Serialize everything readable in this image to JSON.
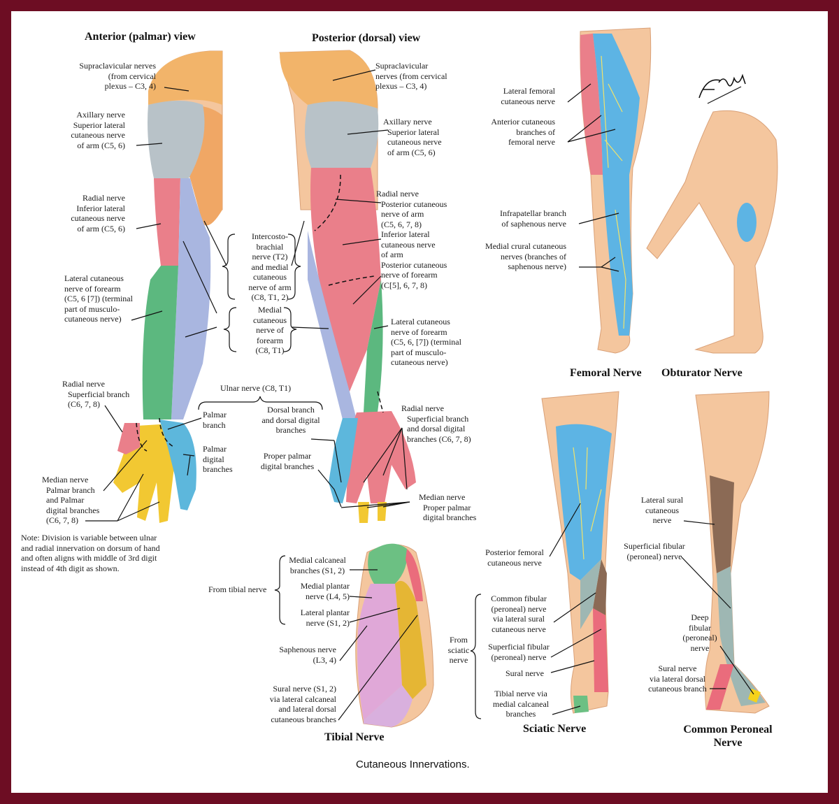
{
  "caption": "Cutaneous Innervations.",
  "signature": "F. Netter M.D.",
  "headings": {
    "anterior": "Anterior (palmar) view",
    "posterior": "Posterior (dorsal) view",
    "femoral": "Femoral Nerve",
    "obturator": "Obturator Nerve",
    "tibial": "Tibial Nerve",
    "sciatic": "Sciatic Nerve",
    "peroneal1": "Common Peroneal",
    "peroneal2": "Nerve"
  },
  "colors": {
    "supraclavicular": "#f2b46a",
    "axillary": "#b8c2c8",
    "radial": "#ea7f8a",
    "musculocutaneous": "#5cb87f",
    "medial_forearm": "#a9b6e0",
    "intercostobrachial": "#f0a765",
    "median": "#f2c832",
    "ulnar": "#5db7dc",
    "femoral": "#5db4e4",
    "lateral_femoral": "#ea7f8a",
    "obturator": "#5db4e4",
    "sural": "#ea6c7c",
    "lateral_sural": "#8b6a55",
    "peroneal": "#9eb7b3",
    "deep_fibular": "#f5d21a",
    "medial_calcaneal": "#6cc083",
    "medial_plantar": "#e0a8d8",
    "lateral_plantar": "#e5b634",
    "saphenous_sole": "#e88a9a",
    "frame": "#6d0d23"
  },
  "anterior_labels": {
    "supraclavicular": [
      "Supraclavicular nerves",
      "(from cervical",
      "plexus – C3, 4)"
    ],
    "axillary": [
      "Axillary nerve",
      "Superior lateral",
      "cutaneous nerve",
      "of arm (C5, 6)"
    ],
    "radial": [
      "Radial nerve",
      "Inferior lateral",
      "cutaneous nerve",
      "of arm (C5, 6)"
    ],
    "lateral_forearm": [
      "Lateral cutaneous",
      "nerve of forearm",
      "(C5, 6 [7]) (terminal",
      "part of musculo-",
      "cutaneous nerve)"
    ],
    "intercosto": [
      "Intercosto-",
      "brachial",
      "nerve (T2)",
      "and medial",
      "cutaneous",
      "nerve of arm",
      "(C8, T1, 2)"
    ],
    "medial_forearm": [
      "Medial",
      "cutaneous",
      "nerve of",
      "forearm",
      "(C8, T1)"
    ],
    "radial_superficial": [
      "Radial nerve",
      "Superficial branch",
      "(C6, 7, 8)"
    ],
    "ulnar": "Ulnar nerve (C8, T1)",
    "palmar_branch": [
      "Palmar",
      "branch"
    ],
    "palmar_digital": [
      "Palmar",
      "digital",
      "branches"
    ],
    "dorsal_branch": [
      "Dorsal branch",
      "and dorsal digital",
      "branches"
    ],
    "proper_palmar": [
      "Proper palmar",
      "digital branches"
    ],
    "median": [
      "Median nerve",
      "Palmar branch",
      "and Palmar",
      "digital branches",
      "(C6, 7, 8)"
    ],
    "note": [
      "Note: Division is variable between ulnar",
      "and radial innervation on dorsum of hand",
      "and often aligns with middle of 3rd digit",
      "instead of 4th digit as shown."
    ]
  },
  "posterior_labels": {
    "supraclavicular": [
      "Supraclavicular",
      "nerves (from cervical",
      "plexus – C3, 4)"
    ],
    "axillary": [
      "Axillary nerve",
      "Superior lateral",
      "cutaneous nerve",
      "of arm (C5, 6)"
    ],
    "radial": [
      "Radial nerve",
      "Posterior cutaneous",
      "nerve of arm",
      "(C5, 6, 7, 8)",
      "Inferior lateral",
      "cutaneous nerve",
      "of arm",
      "Posterior cutaneous",
      "nerve of forearm",
      "(C[5], 6, 7, 8)"
    ],
    "lateral_forearm": [
      "Lateral cutaneous",
      "nerve of forearm",
      "(C5, 6, [7]) (terminal",
      "part of musculo-",
      "cutaneous nerve)"
    ],
    "radial_superficial": [
      "Radial nerve",
      "Superficial branch",
      "and dorsal digital",
      "branches (C6, 7, 8)"
    ],
    "median": [
      "Median nerve",
      "Proper palmar",
      "digital branches"
    ]
  },
  "femoral_labels": {
    "lateral_femoral": [
      "Lateral femoral",
      "cutaneous nerve"
    ],
    "anterior_cutaneous": [
      "Anterior cutaneous",
      "branches of",
      "femoral nerve"
    ],
    "infrapatellar": [
      "Infrapatellar branch",
      "of saphenous nerve"
    ],
    "medial_crural": [
      "Medial crural cutaneous",
      "nerves (branches of",
      "saphenous nerve)"
    ]
  },
  "tibial_labels": {
    "from": "From tibial nerve",
    "medial_calcaneal": [
      "Medial calcaneal",
      "branches (S1, 2)"
    ],
    "medial_plantar": [
      "Medial plantar",
      "nerve (L4, 5)"
    ],
    "lateral_plantar": [
      "Lateral plantar",
      "nerve (S1, 2)"
    ],
    "saphenous": [
      "Saphenous nerve",
      "(L3, 4)"
    ],
    "sural": [
      "Sural nerve (S1, 2)",
      "via lateral calcaneal",
      "and lateral dorsal",
      "cutaneous branches"
    ]
  },
  "sciatic_labels": {
    "posterior_femoral": [
      "Posterior femoral",
      "cutaneous nerve"
    ],
    "from": [
      "From",
      "sciatic",
      "nerve"
    ],
    "common_fibular": [
      "Common fibular",
      "(peroneal) nerve",
      "via lateral sural",
      "cutaneous nerve"
    ],
    "superficial_fibular": [
      "Superficial fibular",
      "(peroneal) nerve"
    ],
    "sural": "Sural nerve",
    "tibial": [
      "Tibial nerve via",
      "medial calcaneal",
      "branches"
    ]
  },
  "peroneal_labels": {
    "lateral_sural": [
      "Lateral sural",
      "cutaneous",
      "nerve"
    ],
    "superficial_fibular": [
      "Superficial fibular",
      "(peroneal) nerve"
    ],
    "deep_fibular": [
      "Deep",
      "fibular",
      "(peroneal)",
      "nerve"
    ],
    "sural": [
      "Sural nerve",
      "via lateral dorsal",
      "cutaneous branch"
    ]
  }
}
